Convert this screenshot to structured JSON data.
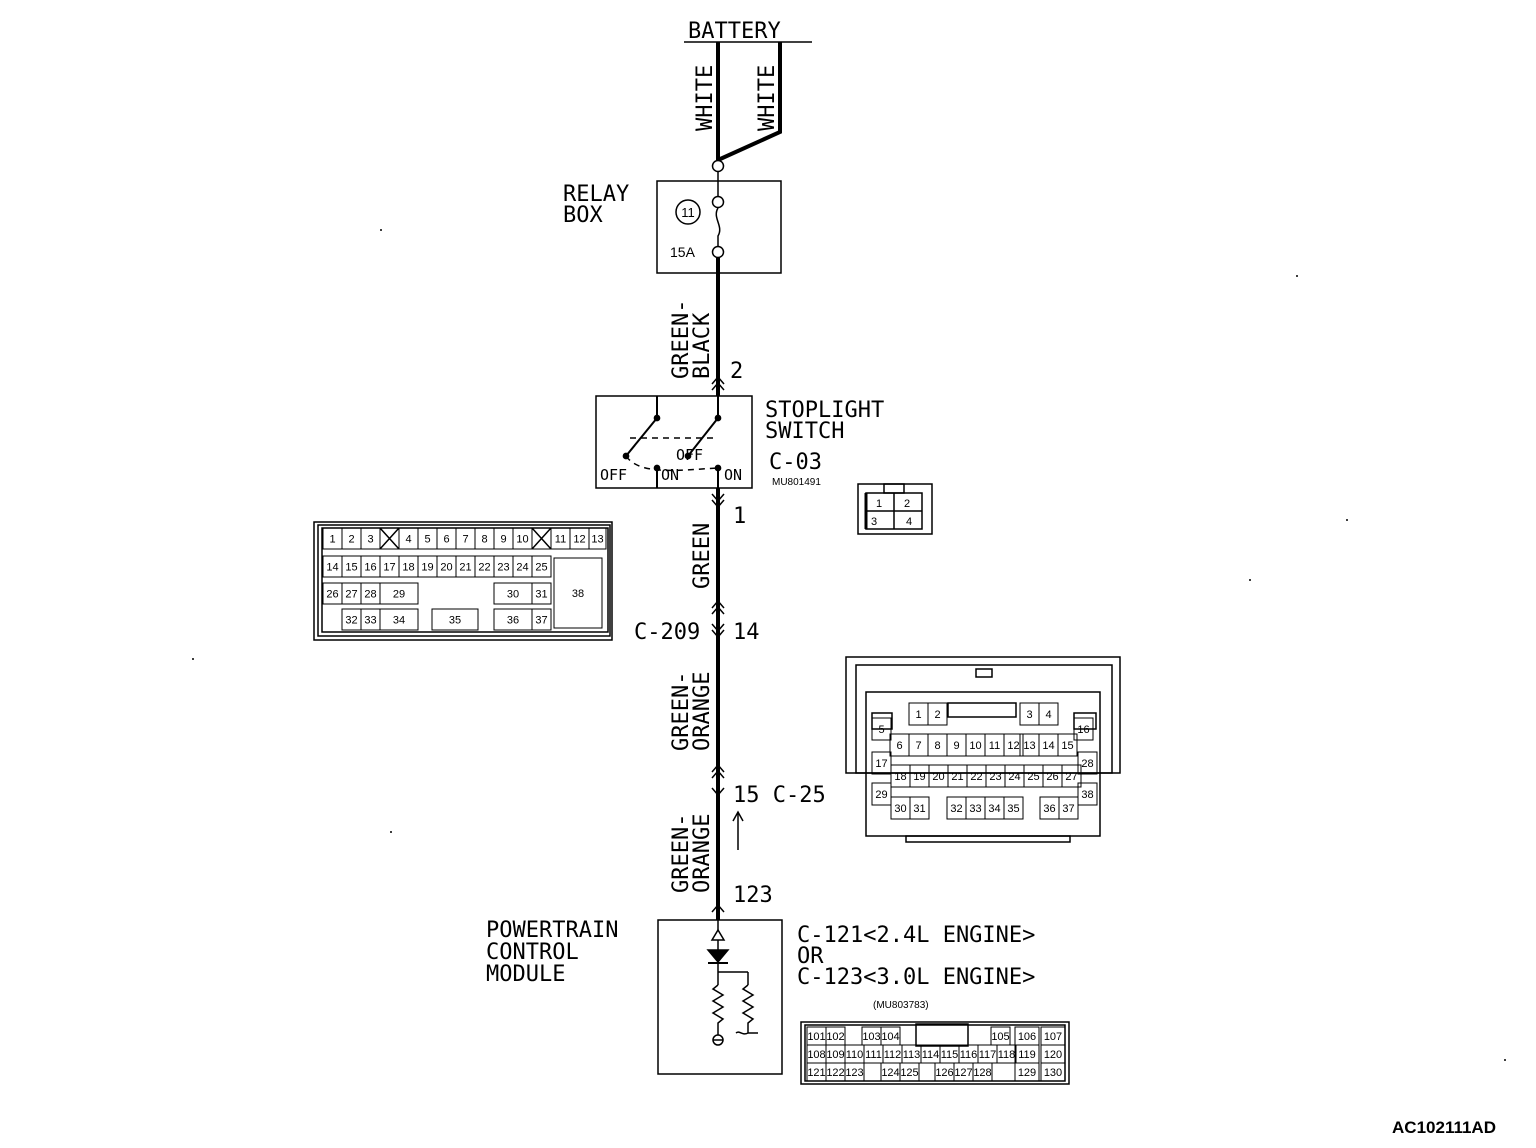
{
  "battery": {
    "label": "BATTERY"
  },
  "wires": {
    "battery_left": "WHITE",
    "battery_right": "WHITE",
    "relay_to_switch": [
      "GREEN-",
      "BLACK"
    ],
    "switch_to_c209": "GREEN",
    "c209_to_c25": [
      "GREEN-",
      "ORANGE"
    ],
    "c25_to_pcm": [
      "GREEN-",
      "ORANGE"
    ]
  },
  "relay_box": {
    "title_line1": "RELAY",
    "title_line2": "BOX",
    "fuse_number": "11",
    "fuse_rating": "15A"
  },
  "stoplight_switch": {
    "title_line1": "STOPLIGHT",
    "title_line2": "SWITCH",
    "connector": "C-03",
    "part_number": "MU801491",
    "pin_in": "2",
    "pin_out": "1",
    "off_left": "OFF",
    "on_left": "ON",
    "off_right": "OFF",
    "on_right": "ON",
    "pins": [
      "1",
      "2",
      "3",
      "4"
    ]
  },
  "connector_c209": {
    "label": "C-209",
    "pin": "14"
  },
  "connector_c25": {
    "label": "15 C-25"
  },
  "pcm": {
    "title_line1": "POWERTRAIN",
    "title_line2": "CONTROL",
    "title_line3": "MODULE",
    "pin": "123",
    "connector_line1": "C-121<2.4L ENGINE>",
    "connector_line2": "OR",
    "connector_line3": "C-123<3.0L ENGINE>",
    "part_number": "(MU803783)"
  },
  "c209_pins": {
    "row1": [
      "1",
      "2",
      "3",
      "4",
      "5",
      "6",
      "7",
      "8",
      "9",
      "10",
      "11",
      "12",
      "13"
    ],
    "row2": [
      "14",
      "15",
      "16",
      "17",
      "18",
      "19",
      "20",
      "21",
      "22",
      "23",
      "24",
      "25"
    ],
    "row3": [
      "26",
      "27",
      "28",
      "29",
      "30",
      "31",
      "38"
    ],
    "row4": [
      "32",
      "33",
      "34",
      "35",
      "36",
      "37"
    ]
  },
  "c25_pins": {
    "row1": [
      "1",
      "2",
      "3",
      "4",
      "16",
      "5"
    ],
    "row2": [
      "6",
      "7",
      "8",
      "9",
      "10",
      "11",
      "12",
      "13",
      "14",
      "15"
    ],
    "row3": [
      "17",
      "18",
      "19",
      "20",
      "21",
      "22",
      "23",
      "24",
      "25",
      "26",
      "27",
      "28"
    ],
    "row4": [
      "29",
      "30",
      "31",
      "32",
      "33",
      "34",
      "35",
      "36",
      "37",
      "38"
    ]
  },
  "pcm_pins": {
    "row1": [
      "101",
      "102",
      "103",
      "104",
      "105",
      "106",
      "107"
    ],
    "row2": [
      "108",
      "109",
      "110",
      "111",
      "112",
      "113",
      "114",
      "115",
      "116",
      "117",
      "118",
      "119",
      "120"
    ],
    "row3": [
      "121",
      "122",
      "123",
      "124",
      "125",
      "126",
      "127",
      "128",
      "129",
      "130"
    ]
  },
  "figure_code": "AC102111AD"
}
